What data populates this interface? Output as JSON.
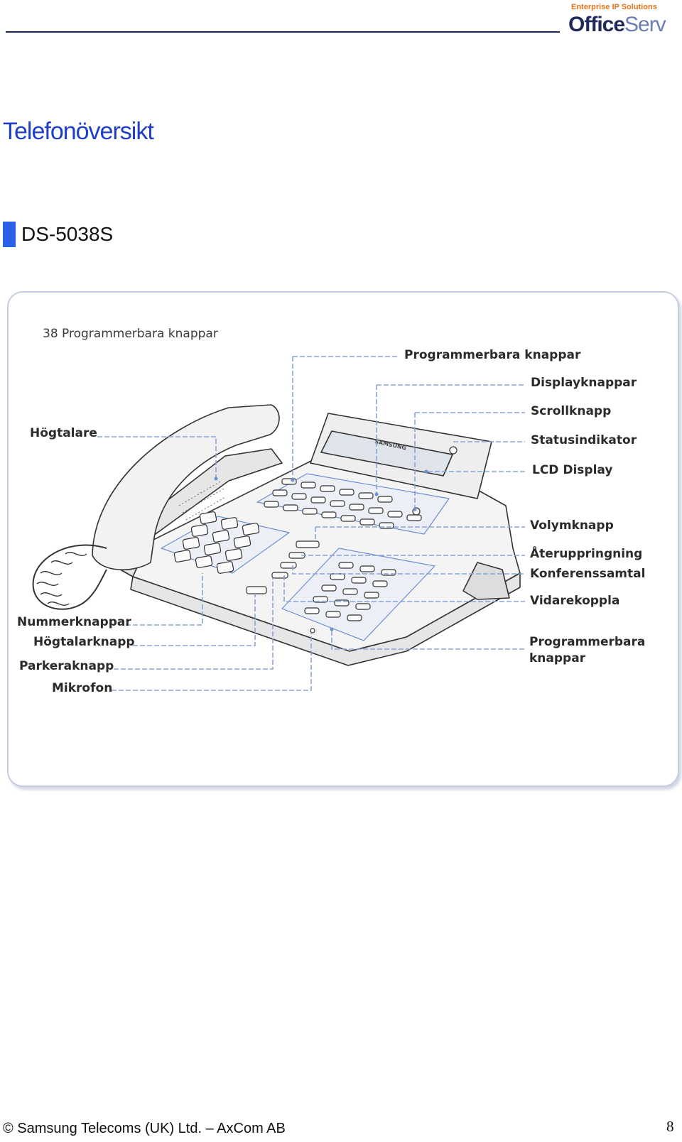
{
  "header": {
    "logo_tagline": "Enterprise IP Solutions",
    "logo_office": "Office",
    "logo_serv": "Serv"
  },
  "page_title": "Telefonöversikt",
  "model": "DS-5038S",
  "figure": {
    "caption": "38 Programmerbara knappar",
    "phone_brand": "SAMSUNG",
    "labels": {
      "hogtalare": "Högtalare",
      "programmerbara_top": "Programmerbara knappar",
      "displayknappar": "Displayknappar",
      "scrollknapp": "Scrollknapp",
      "statusindikator": "Statusindikator",
      "lcd_display": "LCD Display",
      "volymknapp": "Volymknapp",
      "ateruppringning": "Återuppringning",
      "konferenssamtal": "Konferenssamtal",
      "vidarekoppla": "Vidarekoppla",
      "programmerbara_bottom_1": "Programmerbara",
      "programmerbara_bottom_2": "knappar",
      "nummerknappar": "Nummerknappar",
      "hogtalarknapp": "Högtalarknapp",
      "parkeraknapp": "Parkeraknapp",
      "mikrofon": "Mikrofon"
    }
  },
  "footer": {
    "copyright": "© Samsung Telecoms (UK) Ltd. – AxCom AB",
    "page_number": "8"
  },
  "colors": {
    "title_blue": "#1f3fc8",
    "marker_blue": "#2a5fe8",
    "logo_orange": "#e8731a",
    "callout_blue": "#8aa4d6"
  }
}
